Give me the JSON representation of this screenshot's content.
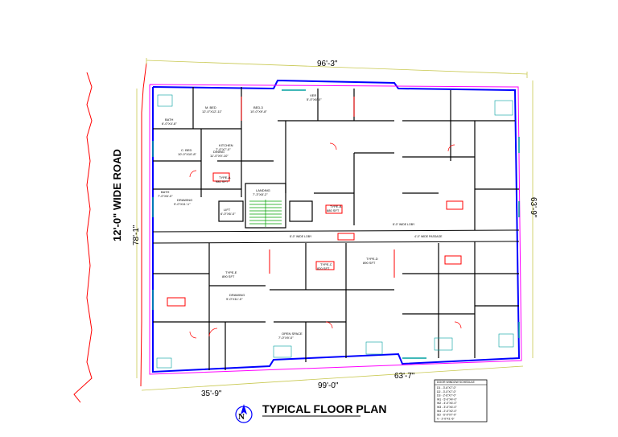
{
  "title": "TYPICAL FLOOR PLAN",
  "north_label": "N",
  "road_label": "12'-0\" WIDE ROAD",
  "dimensions": {
    "top": "96'-3\"",
    "left": "78'-1\"",
    "right": "63'-9\"",
    "bottom_right": "63'-7\"",
    "bottom_mid": "99'-0\"",
    "bottom_left": "35'-9\""
  },
  "corridor_labels": [
    "8'-0\" WIDE LOBY",
    "8'-0\" WIDE LOBY",
    "4'-0\" WIDE PASSAGE"
  ],
  "rooms": [
    {
      "name": "M. BED",
      "size": "12'-0\"X12'-11\""
    },
    {
      "name": "BED-3",
      "size": "10'-0\"X9'-8\""
    },
    {
      "name": "BATH",
      "size": "6'-0\"X4'-8\""
    },
    {
      "name": "C. BED",
      "size": "10'-0\"X10'-8\""
    },
    {
      "name": "DINING",
      "size": "11'-0\"X9'-10\""
    },
    {
      "name": "KITCHEN",
      "size": "7'-0\"X7'-0\""
    },
    {
      "name": "BATH",
      "size": "7'-0\"X6'-0\""
    },
    {
      "name": "DRAWING",
      "size": "9'-0\"X11'-1\""
    },
    {
      "name": "LANDING",
      "size": "7'-3\"X8'-2\""
    },
    {
      "name": "LIFT",
      "size": "6'-0\"X6'-0\""
    },
    {
      "name": "TYPE-A",
      "size": "980 SFT"
    },
    {
      "name": "TYPE-B",
      "size": "880 SFT"
    },
    {
      "name": "TYPE-C",
      "size": "820 SFT"
    },
    {
      "name": "TYPE-D",
      "size": "890 SFT"
    },
    {
      "name": "TYPE-E",
      "size": "890 SFT"
    },
    {
      "name": "DRAWING",
      "size": "9'-0\"X11'-0\""
    },
    {
      "name": "OPEN SPACE",
      "size": "7'-0\"X9'-0\""
    },
    {
      "name": "VER",
      "size": "5'-0\"X6'-0\""
    }
  ],
  "schedule": {
    "title": "DOOR WINDOW SCHEDULE",
    "rows": [
      "D1 - 3'-6\"X7'-0\"",
      "D2 - 3'-0\"X7'-0\"",
      "D3 - 2'-6\"X7'-0\"",
      "W1 - 5'-0\"X4'-0\"",
      "W2 - 4'-0\"X4'-0\"",
      "W3 - 3'-0\"X4'-0\"",
      "W4 - 2'-0\"X2'-0\"",
      "SD - 6'-0\"X7'-0\"",
      "V - 2'-0\"X1'-6\""
    ]
  },
  "colors": {
    "wall_blue": "#0000ff",
    "red": "#ff0000",
    "magenta": "#ff00ff",
    "green": "#00a000",
    "cyan": "#00a0a0",
    "dim_line": "#c8c850"
  }
}
